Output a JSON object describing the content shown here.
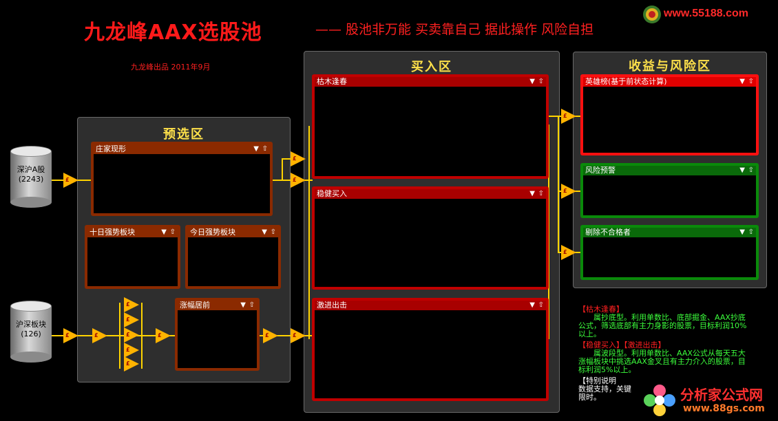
{
  "header": {
    "title": "九龙峰AAX选股池",
    "slogan": "—— 股池非万能  买卖靠自己  据此操作  风险自担",
    "credit": "九龙峰出品  2011年9月"
  },
  "logo_top": {
    "url": "www.55188.com"
  },
  "logo_bottom": {
    "name": "分析家公式网",
    "url": "www.88gs.com"
  },
  "sources": [
    {
      "label": "深沪A股",
      "count": "(2243)"
    },
    {
      "label": "沪深板块",
      "count": "(126)"
    }
  ],
  "preselect_zone": {
    "title": "预选区",
    "panels": [
      "庄家现形",
      "十日强势板块",
      "今日强势板块",
      "涨幅居前"
    ]
  },
  "buy_zone": {
    "title": "买入区",
    "panels": [
      "枯木逢春",
      "稳健买入",
      "激进出击"
    ]
  },
  "risk_zone": {
    "title": "收益与风险区",
    "panels": [
      "英雄榜(基于前状态计算)",
      "风险预警",
      "剔除不合格者"
    ]
  },
  "panel_controls": {
    "menu": "▼",
    "up": "⇧"
  },
  "descriptions": {
    "tag1": "【枯木逢春】",
    "text1": [
      "　　属抄底型。利用单数比、底部掘金、AAX抄底",
      "公式，筛选底部有主力身影的股票，目标利润10%",
      "以上。"
    ],
    "tag2": "【稳健买入】【激进出击】",
    "text2": [
      "　　属波段型。利用单数比、AAX公式从每天五大",
      "涨幅板块中挑选AAX金叉且有主力介入的股票，目",
      "标利润5%以上。"
    ],
    "note_title": "【特别说明",
    "note_lines": [
      "数据支持，关键",
      "限时。"
    ]
  },
  "colors": {
    "accent": "#ffe14a",
    "title_red": "#ff1a1a",
    "green_text": "#3cff3c"
  }
}
